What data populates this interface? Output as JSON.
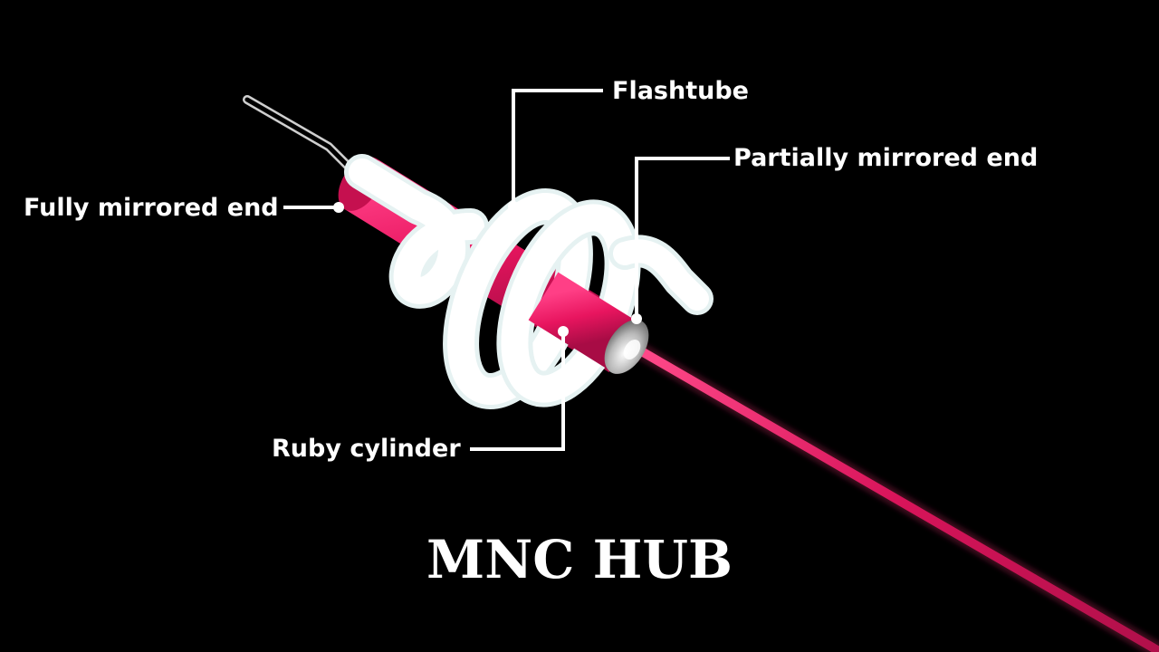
{
  "labels": {
    "flashtube": "Flashtube",
    "partially_mirrored_end": "Partially mirrored end",
    "fully_mirrored_end": "Fully mirrored end",
    "ruby_cylinder": "Ruby cylinder"
  },
  "brand": "MNC HUB",
  "colors": {
    "background": "#000000",
    "ruby": "#e8155f",
    "flashtube": "#ffffff",
    "beam": "#d8145a",
    "leader_lines": "#ffffff"
  }
}
